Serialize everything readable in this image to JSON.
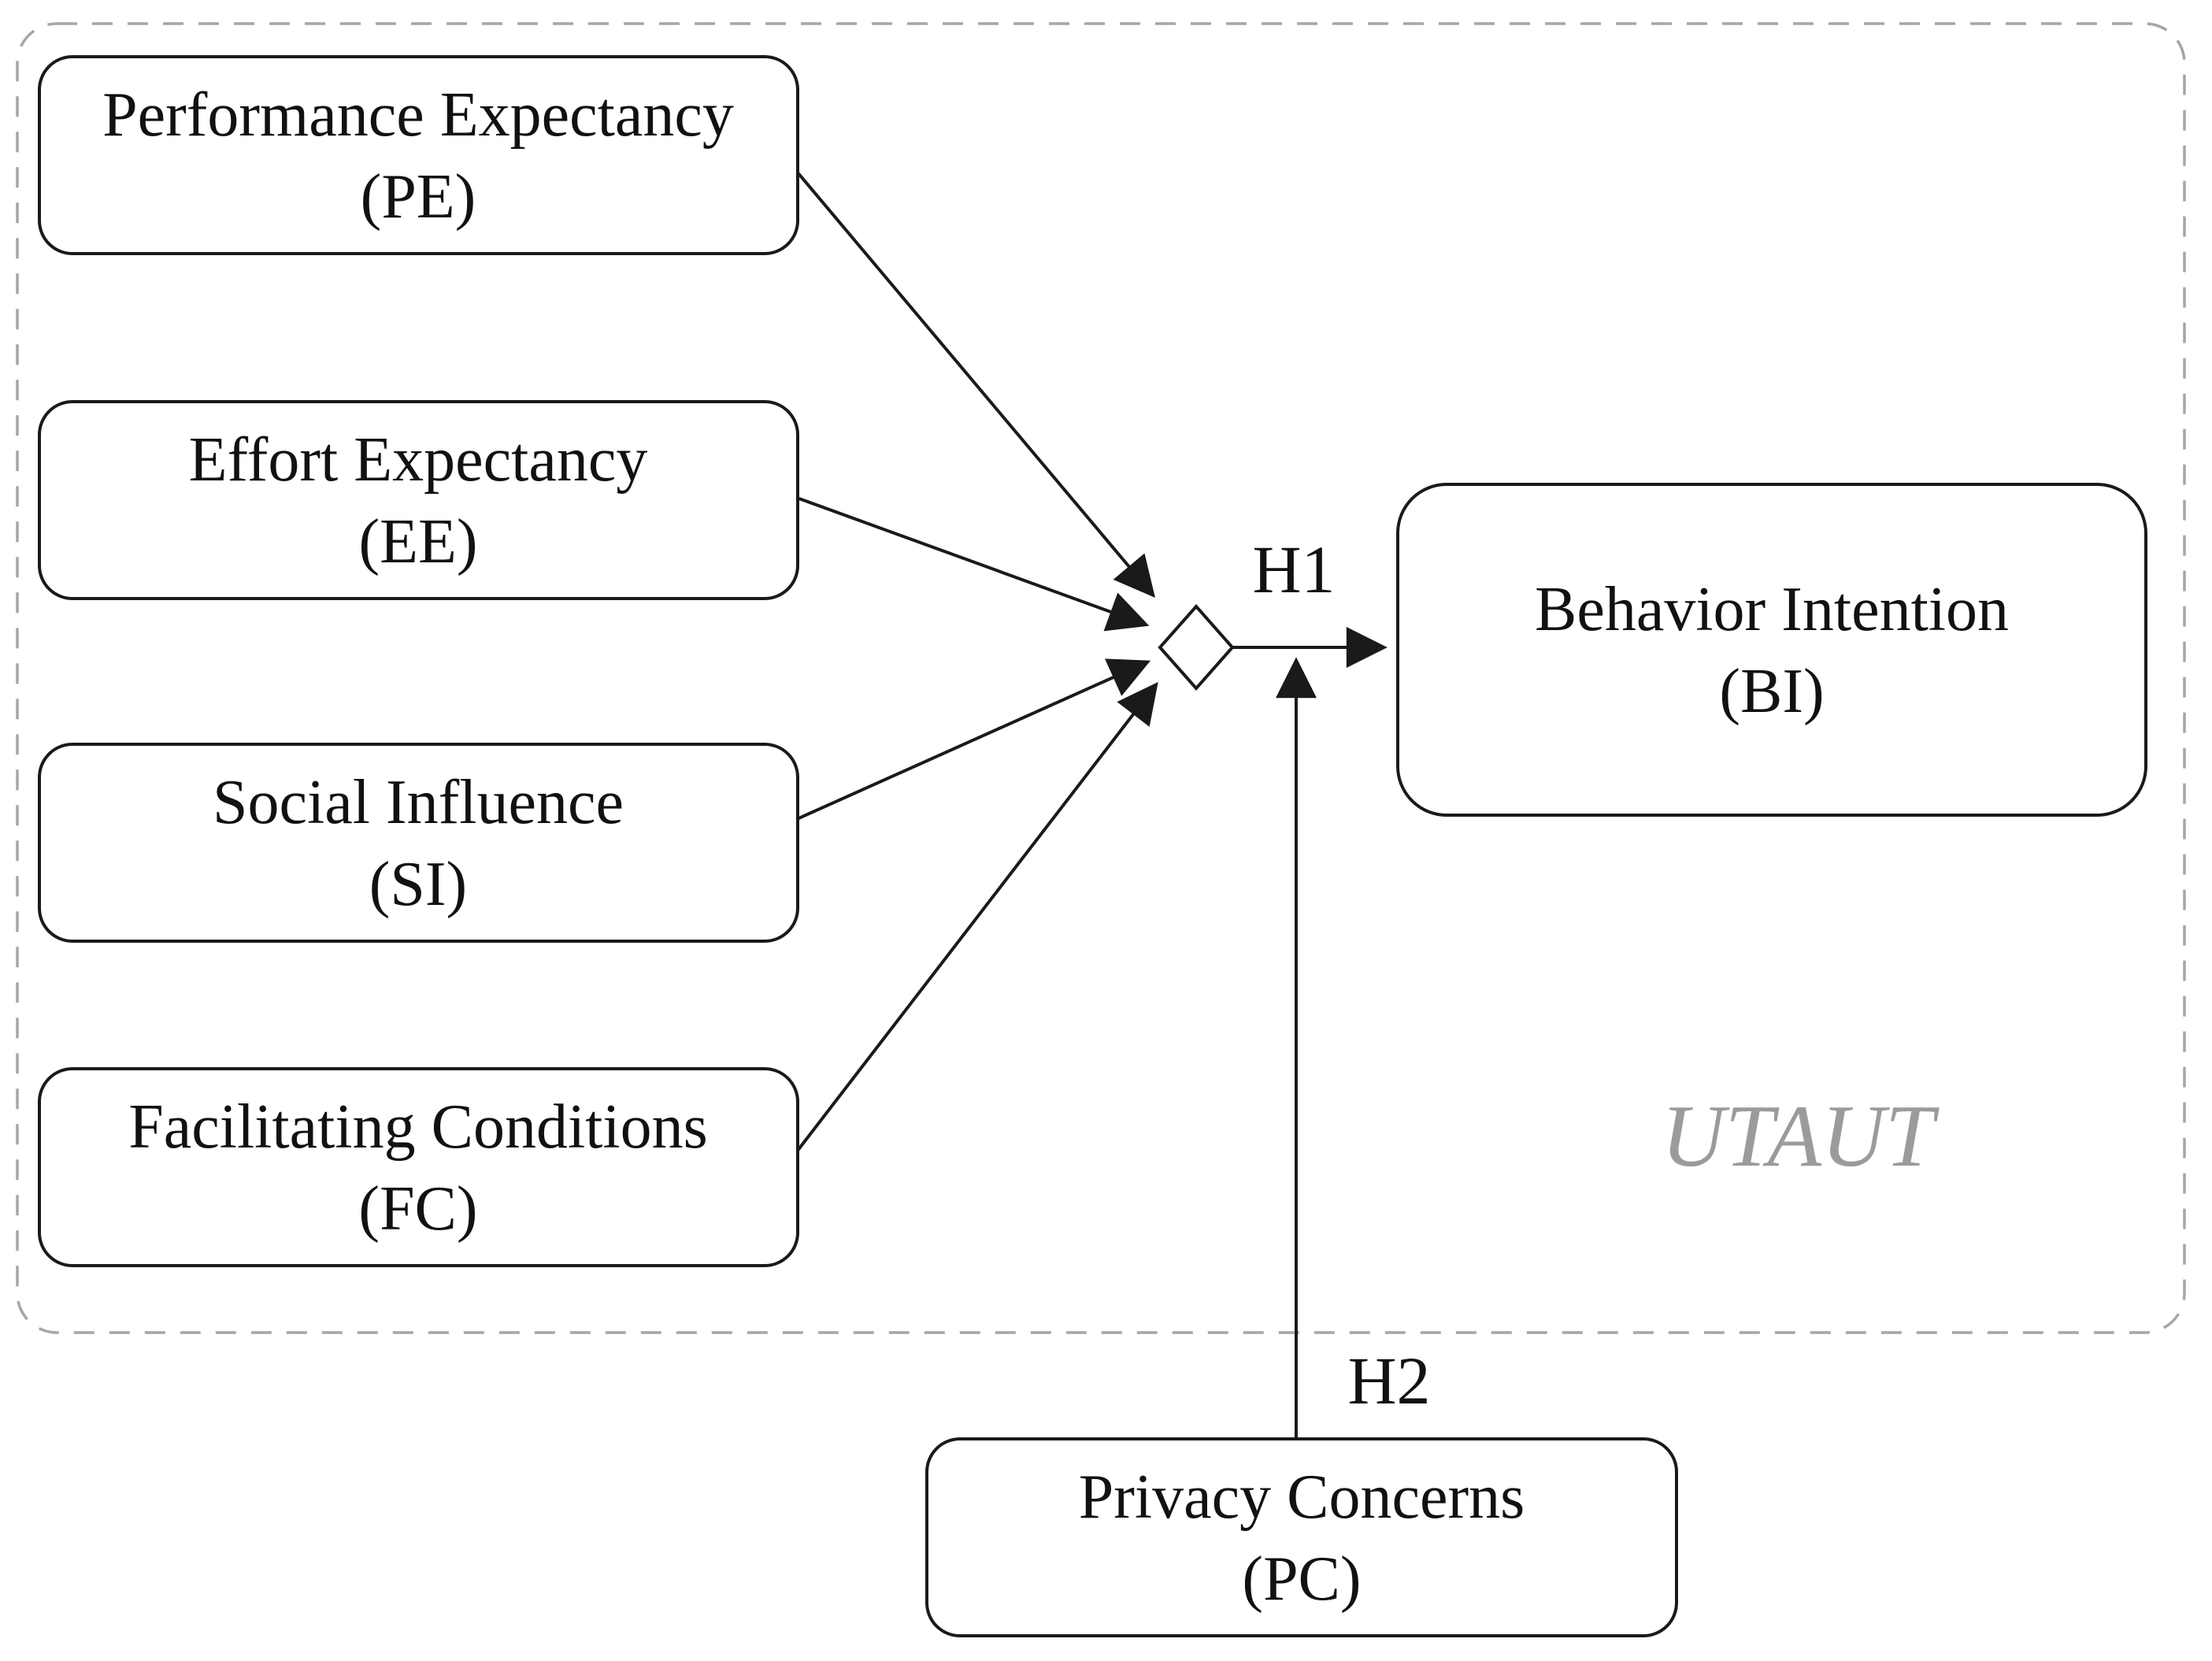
{
  "diagram": {
    "watermark": "UTAUT",
    "nodes": [
      {
        "id": "PE",
        "name": "Performance Expectancy",
        "abbr": "(PE)"
      },
      {
        "id": "EE",
        "name": "Effort Expectancy",
        "abbr": "(EE)"
      },
      {
        "id": "SI",
        "name": "Social Influence",
        "abbr": "(SI)"
      },
      {
        "id": "FC",
        "name": "Facilitating Conditions",
        "abbr": "(FC)"
      },
      {
        "id": "BI",
        "name": "Behavior Intention",
        "abbr": "(BI)"
      },
      {
        "id": "PC",
        "name": "Privacy Concerns",
        "abbr": "(PC)"
      }
    ],
    "edges": [
      {
        "from": "PE",
        "to": "junction",
        "label": ""
      },
      {
        "from": "EE",
        "to": "junction",
        "label": ""
      },
      {
        "from": "SI",
        "to": "junction",
        "label": ""
      },
      {
        "from": "FC",
        "to": "junction",
        "label": ""
      },
      {
        "from": "junction",
        "to": "BI",
        "label": "H1"
      },
      {
        "from": "PC",
        "to": "H1-path",
        "label": "H2"
      }
    ],
    "colors": {
      "background": "#ffffff",
      "box_fill": "#ffffff",
      "box_border": "#1a1a1a",
      "arrow": "#1a1a1a",
      "dashed_boundary": "#a6a6a6",
      "watermark": "#9b9b9b",
      "text": "#111111"
    }
  }
}
